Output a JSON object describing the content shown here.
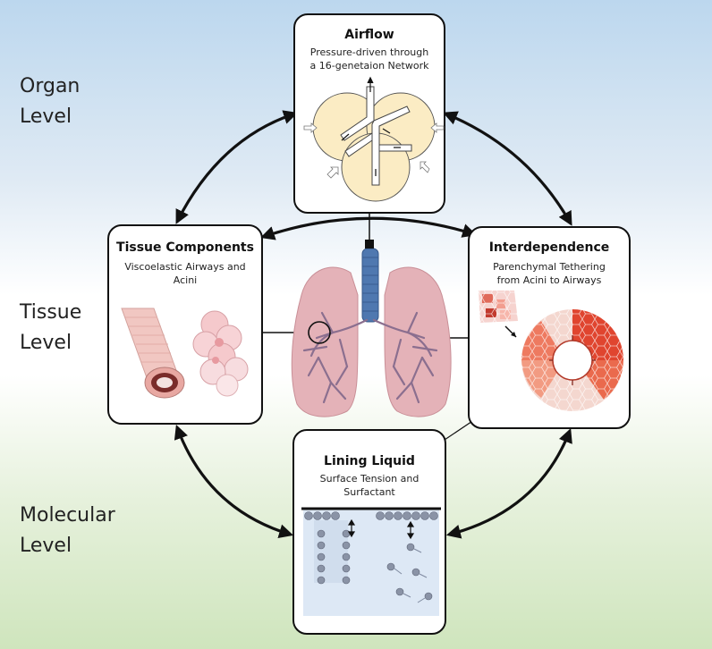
{
  "levels": {
    "organ": [
      "Organ",
      "Level"
    ],
    "tissue": [
      "Tissue",
      "Level"
    ],
    "molecular": [
      "Molecular",
      "Level"
    ]
  },
  "panels": {
    "airflow": {
      "title": "Airflow",
      "subtitle": [
        "Pressure-driven through",
        "a 16-genetaion Network"
      ]
    },
    "tissue": {
      "title": "Tissue Components",
      "subtitle": [
        "Viscoelastic Airways and",
        "Acini"
      ]
    },
    "interdependence": {
      "title": "Interdependence",
      "subtitle": [
        "Parenchymal Tethering",
        "from Acini to Airways"
      ]
    },
    "lining_liquid": {
      "title": "Lining Liquid",
      "subtitle": [
        "Surface Tension and Surfactant"
      ]
    }
  },
  "colors": {
    "top_sky": "#bcd7ee",
    "bottom_green": "#cfe5bd",
    "lung_pink": "#e4b2b8",
    "airway_blue": "#4f78b0",
    "acini_yellow": "#fbecc4",
    "surfactant_gray": "#8a93a6",
    "interdependence_red": "#e0452f"
  }
}
